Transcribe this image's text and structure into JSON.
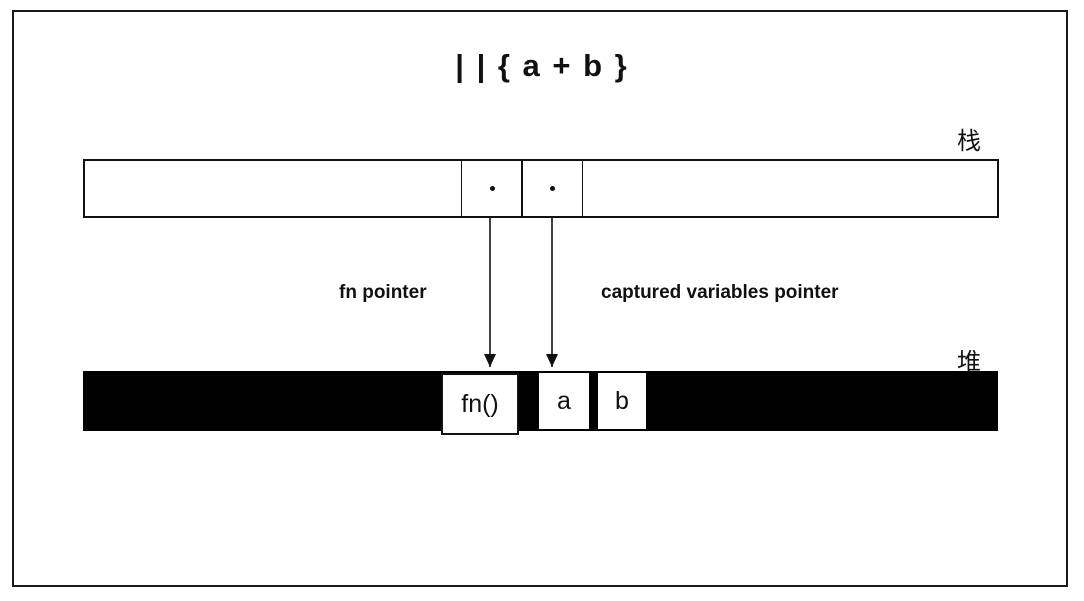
{
  "title": "| | { a + b }",
  "regions": {
    "stack": "栈",
    "heap": "堆"
  },
  "pointers": {
    "fn": "fn pointer",
    "captured": "captured variables pointer"
  },
  "heap_cells": {
    "fn": "fn()",
    "a": "a",
    "b": "b"
  }
}
